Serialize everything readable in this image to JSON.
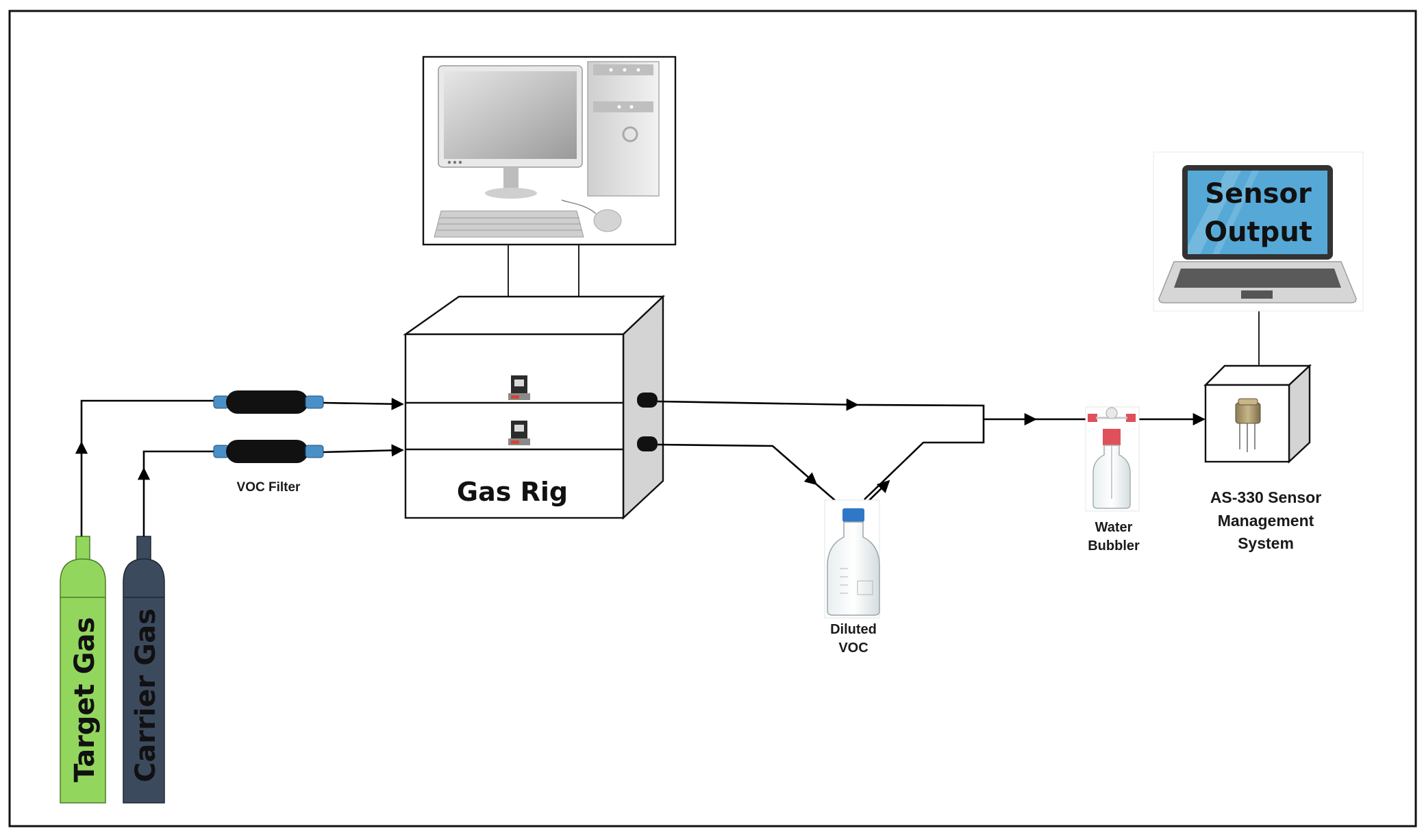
{
  "labels": {
    "target_gas": "Target Gas",
    "carrier_gas": "Carrier Gas",
    "voc_filter": "VOC Filter",
    "gas_rig": "Gas Rig",
    "diluted_voc_line1": "Diluted",
    "diluted_voc_line2": "VOC",
    "water_bubbler_line1": "Water",
    "water_bubbler_line2": "Bubbler",
    "sensor_system_line1": "AS-330 Sensor",
    "sensor_system_line2": "Management",
    "sensor_system_line3": "System",
    "laptop_screen_line1": "Sensor",
    "laptop_screen_line2": "Output"
  },
  "colors": {
    "target_cylinder": "#93d65e",
    "carrier_cylinder": "#3c4a5e",
    "filter_body": "#111111",
    "filter_cap": "#4a90c8",
    "bottle_cap": "#2f78c8",
    "bubbler_cap": "#e0505a",
    "laptop_screen": "#56a9d6",
    "sensor_body": "#a6936a",
    "box_side": "#d4d4d4"
  },
  "icons": {
    "pc": "desktop-computer-icon",
    "laptop": "laptop-icon",
    "flow_controller": "mass-flow-controller-icon",
    "bottle": "lab-bottle-icon",
    "bubbler": "bubbler-icon",
    "sensor": "gas-sensor-icon"
  }
}
